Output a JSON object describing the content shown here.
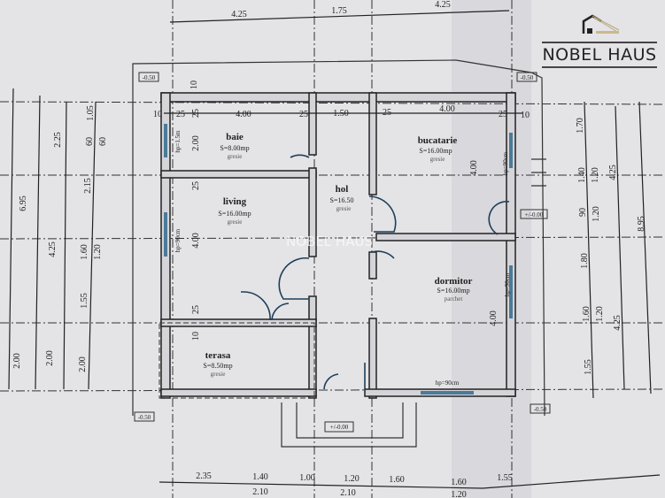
{
  "brand": {
    "logo_text": "NOBEL HAUS",
    "watermark": "NOBEL HAUS",
    "icon": "house-icon"
  },
  "rooms": [
    {
      "name": "baie",
      "area": "S=8.00mp",
      "finish": "gresie"
    },
    {
      "name": "living",
      "area": "S=16.00mp",
      "finish": "gresie"
    },
    {
      "name": "hol",
      "area": "S=16.50",
      "finish": "gresie"
    },
    {
      "name": "bucatarie",
      "area": "S=16.00mp",
      "finish": "gresie"
    },
    {
      "name": "dormitor",
      "area": "S=16.00mp",
      "finish": "parchet"
    },
    {
      "name": "terasa",
      "area": "S=8.50mp",
      "finish": "gresie"
    }
  ],
  "dims_top": [
    "4.25",
    "1.75",
    "4.25"
  ],
  "dims_inner_top": [
    "10",
    "25",
    "25",
    "4.00",
    "25",
    "1.50",
    "25",
    "4.00",
    "25",
    "10",
    "10"
  ],
  "dims_left_outer": [
    "6.95",
    "2.00"
  ],
  "dims_left_mid": [
    "2.25",
    "4.25",
    "2.00"
  ],
  "dims_left_inner": [
    "1.05",
    "60",
    "60",
    "2.15",
    "1.60",
    "1.20",
    "1.55",
    "2.00"
  ],
  "dims_right_inner": [
    "1.70",
    "1.40",
    "1.20",
    "90",
    "1.20",
    "1.80",
    "1.60",
    "1.20",
    "1.55"
  ],
  "dims_right_mid": [
    "4.25",
    "4.25"
  ],
  "dims_right_outer": [
    "8.95"
  ],
  "dims_bottom": [
    "2.35",
    "1.40",
    "1.00",
    "1.20",
    "1.60",
    "1.60",
    "1.55"
  ],
  "dims_bottom_2": [
    "2.10",
    "2.10",
    "1.20"
  ],
  "dims_vertical_inner": [
    "2.00",
    "25",
    "4.00",
    "25",
    "10",
    "4.00",
    "4.00"
  ],
  "levels": [
    "-0.50",
    "-0.50",
    "-0.50",
    "-0.50",
    "+/-0.00",
    "+/-0.00"
  ],
  "window_heights": [
    "hp=1.5m",
    "hp=90cm",
    "hp=90cm",
    "hp=90cm",
    "hp=90cm"
  ]
}
